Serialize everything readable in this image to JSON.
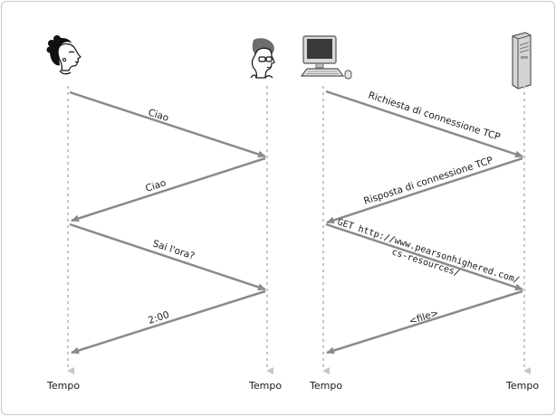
{
  "left_diagram": {
    "actors": {
      "left": "woman-face",
      "right": "man-face"
    },
    "messages": [
      "Ciao",
      "Ciao",
      "Sai l'ora?",
      "2:00"
    ],
    "time_labels": [
      "Tempo",
      "Tempo"
    ]
  },
  "right_diagram": {
    "actors": {
      "left": "desktop-computer",
      "right": "server-tower"
    },
    "messages": {
      "m1": "Richiesta di connessione TCP",
      "m2": "Risposta di connessione TCP",
      "m3_line1": "GET http://www.pearsonhighered.com/",
      "m3_line2": "cs-resources/",
      "m4": "<file>"
    },
    "time_labels": [
      "Tempo",
      "Tempo"
    ]
  },
  "colors": {
    "arrow": "#8a8a8a",
    "timeline": "#c6c6c6",
    "text": "#1a1a1a"
  }
}
